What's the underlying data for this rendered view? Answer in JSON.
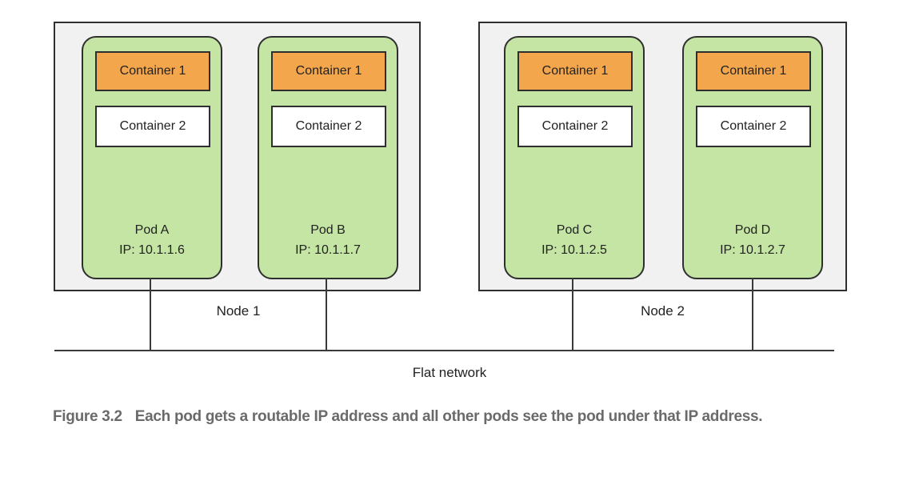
{
  "figure": {
    "nodes": [
      {
        "label": "Node 1",
        "pods": [
          {
            "name": "Pod A",
            "ip": "IP: 10.1.1.6",
            "containers": [
              "Container 1",
              "Container 2"
            ]
          },
          {
            "name": "Pod B",
            "ip": "IP: 10.1.1.7",
            "containers": [
              "Container 1",
              "Container 2"
            ]
          }
        ]
      },
      {
        "label": "Node 2",
        "pods": [
          {
            "name": "Pod C",
            "ip": "IP: 10.1.2.5",
            "containers": [
              "Container 1",
              "Container 2"
            ]
          },
          {
            "name": "Pod D",
            "ip": "IP: 10.1.2.7",
            "containers": [
              "Container 1",
              "Container 2"
            ]
          }
        ]
      }
    ],
    "network_label": "Flat network",
    "caption": {
      "label": "Figure 3.2",
      "text": "Each pod gets a routable IP address and all other pods see the pod under that IP address."
    },
    "colors": {
      "container1_fill": "#F4A64C",
      "container2_fill": "#FFFFFF",
      "pod_fill": "#C4E5A3",
      "node_fill": "#F1F1F1",
      "border": "#2F2F2F",
      "line": "#3A3A3A",
      "caption_text": "#6A6A6A"
    }
  }
}
